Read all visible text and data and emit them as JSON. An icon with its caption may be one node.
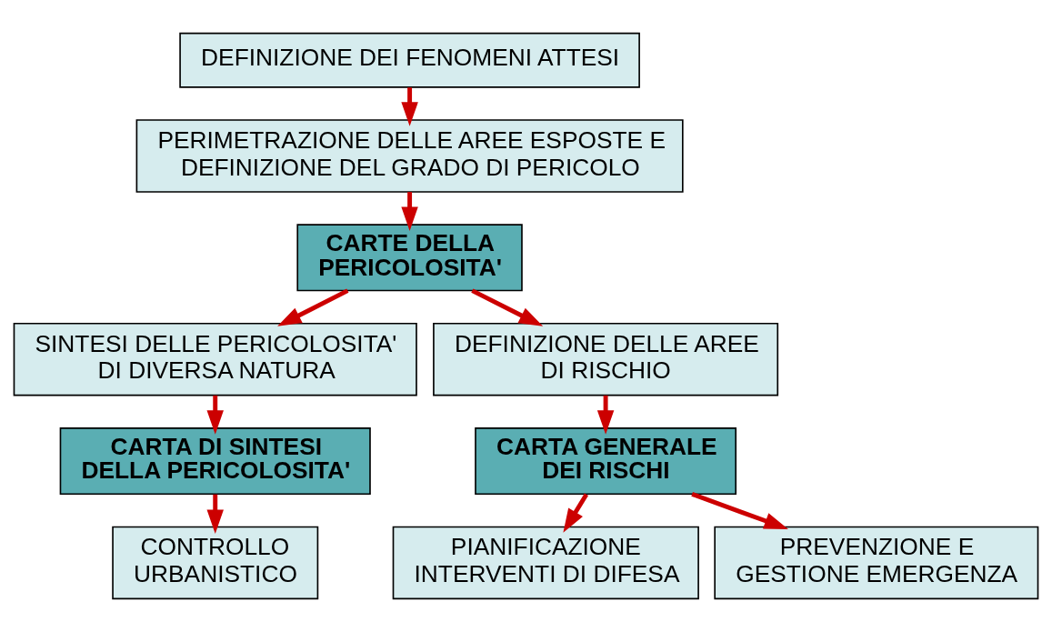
{
  "diagram": {
    "nodes": [
      {
        "text": [
          "DEFINIZIONE DEI FENOMENI ATTESI"
        ]
      },
      {
        "text": [
          "PERIMETRAZIONE DELLE AREE ESPOSTE E DEFINIZIONE DEL GRADO DI PERICOLO"
        ]
      },
      {
        "text": [
          "CARTE DELLA PERICOLOSITA'"
        ]
      },
      {
        "text": [
          "SINTESI DELLE PERICOLOSITA' DI DIVERSA NATURA"
        ]
      },
      {
        "text": [
          "DEFINIZIONE DELLE AREE DI RISCHIO"
        ]
      },
      {
        "text": [
          "CARTA DI SINTESI DELLA PERICOLOSITA'"
        ]
      },
      {
        "text": [
          "CARTA GENERALE DEI RISCHI"
        ]
      },
      {
        "text": [
          "CONTROLLO URBANISTICO"
        ]
      },
      {
        "text": [
          "PIANIFICAZIONE INTERVENTI DI DIFESA"
        ]
      },
      {
        "text": [
          "PREVENZIONE E GESTIONE EMERGENZA"
        ]
      }
    ],
    "edges": [
      {
        "from": 0,
        "to": 1,
        "arrow": "to"
      },
      {
        "from": 1,
        "to": 2,
        "arrow": "to"
      },
      {
        "from": 2,
        "to": 3,
        "arrow": "to"
      },
      {
        "from": 2,
        "to": 4,
        "arrow": "to"
      },
      {
        "from": 3,
        "to": 5,
        "arrow": "to"
      },
      {
        "from": 4,
        "to": 6,
        "arrow": "to"
      },
      {
        "from": 5,
        "to": 7,
        "arrow": "to"
      },
      {
        "from": 6,
        "to": 8,
        "arrow": "to"
      },
      {
        "from": 6,
        "to": 9,
        "arrow": "to"
      }
    ]
  }
}
